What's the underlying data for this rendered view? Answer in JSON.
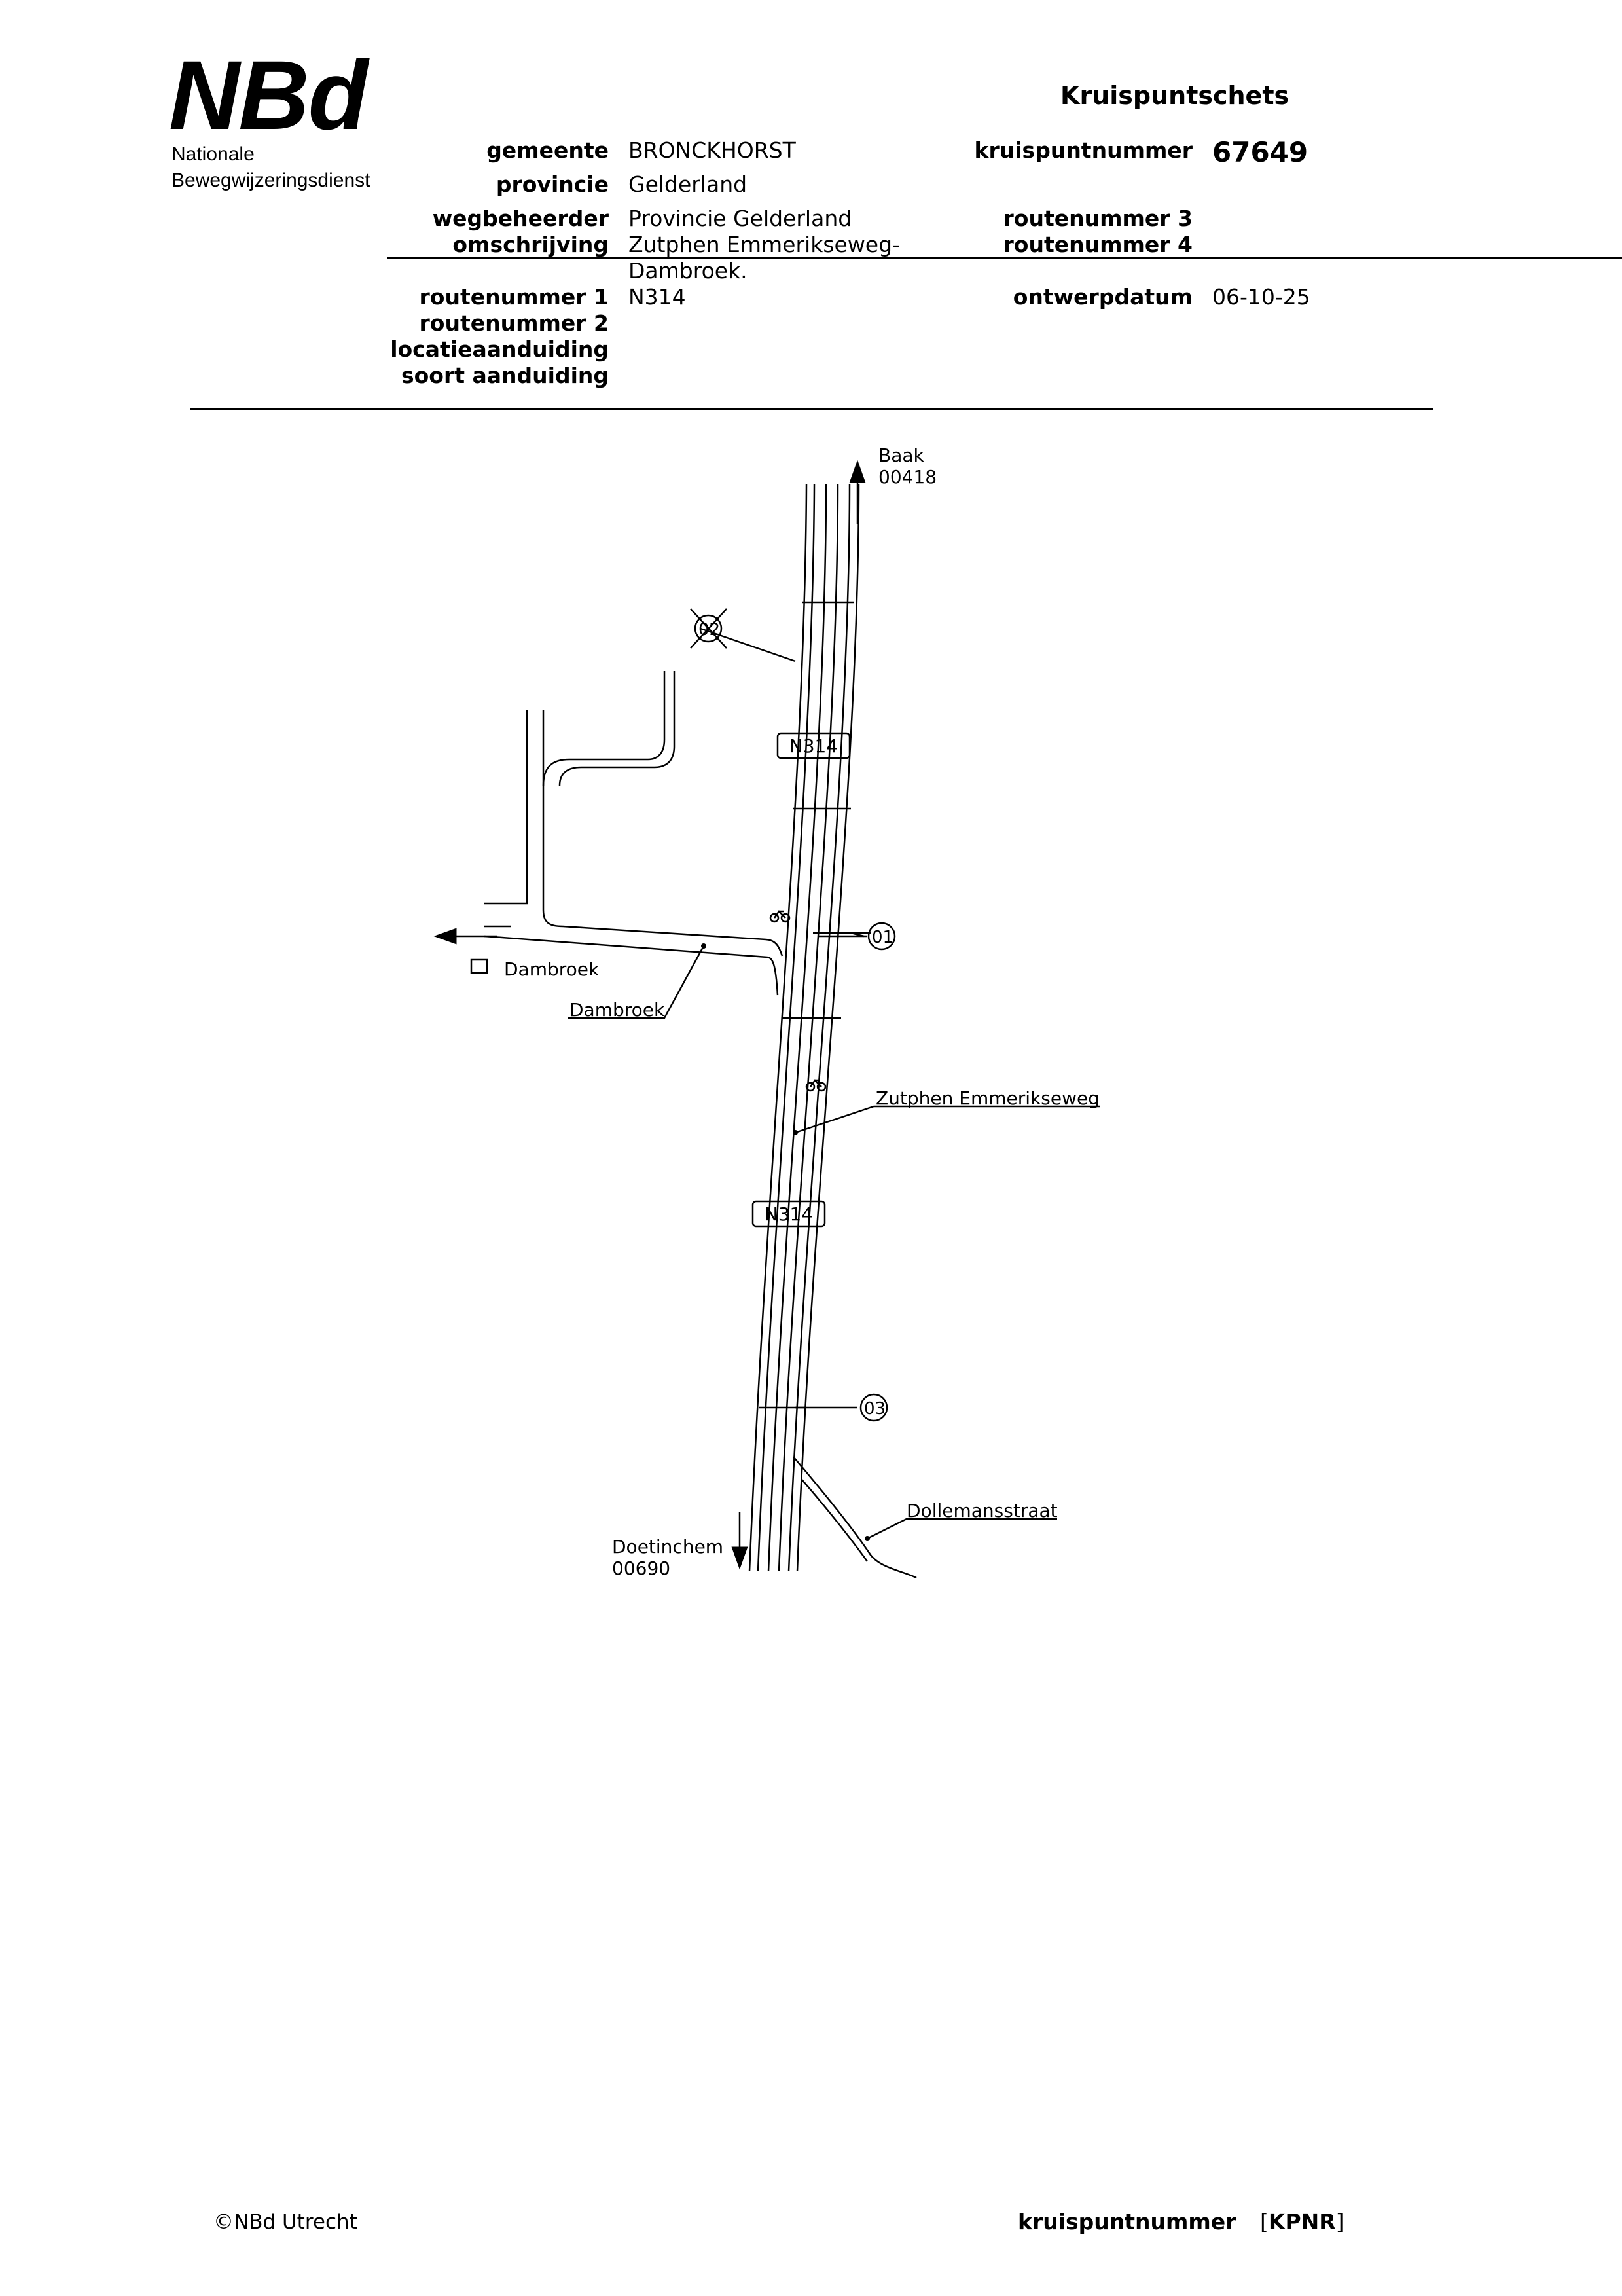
{
  "header": {
    "logo": "NBd",
    "logo_line1": "Nationale",
    "logo_line2": "Bewegwijzeringsdienst",
    "doc_title": "Kruispuntschets"
  },
  "fields": {
    "gemeente_label": "gemeente",
    "gemeente_value": "BRONCKHORST",
    "provincie_label": "provincie",
    "provincie_value": "Gelderland",
    "wegbeheerder_label": "wegbeheerder",
    "wegbeheerder_value": "Provincie Gelderland",
    "omschrijving_label": "omschrijving",
    "omschrijving_value_1": "Zutphen Emmerikseweg-",
    "omschrijving_value_2": "Dambroek.",
    "routenummer1_label": "routenummer 1",
    "routenummer1_value": "N314",
    "routenummer2_label": "routenummer 2",
    "locatie_label": "locatieaanduiding",
    "soort_label": "soort aanduiding",
    "kruispuntnummer_label": "kruispuntnummer",
    "kruispuntnummer_value": "67649",
    "routenummer3_label": "routenummer 3",
    "routenummer4_label": "routenummer 4",
    "ontwerpdatum_label": "ontwerpdatum",
    "ontwerpdatum_value": "06-10-25"
  },
  "map": {
    "north_dest": "Baak",
    "north_code": "00418",
    "south_dest": "Doetinchem",
    "south_code": "00690",
    "west_dest": "Dambroek",
    "road_shield": "N314",
    "road_dambroek": "Dambroek",
    "road_main": "Zutphen  Emmerikseweg",
    "road_dolle": "Dollemansstraat",
    "marker_01": "01",
    "marker_02": "02",
    "marker_03": "03"
  },
  "footer": {
    "copyright": "©NBd Utrecht",
    "kp_label": "kruispuntnummer",
    "kp_bracket_open": "[",
    "kp_code": "KPNR",
    "kp_bracket_close": "]"
  }
}
